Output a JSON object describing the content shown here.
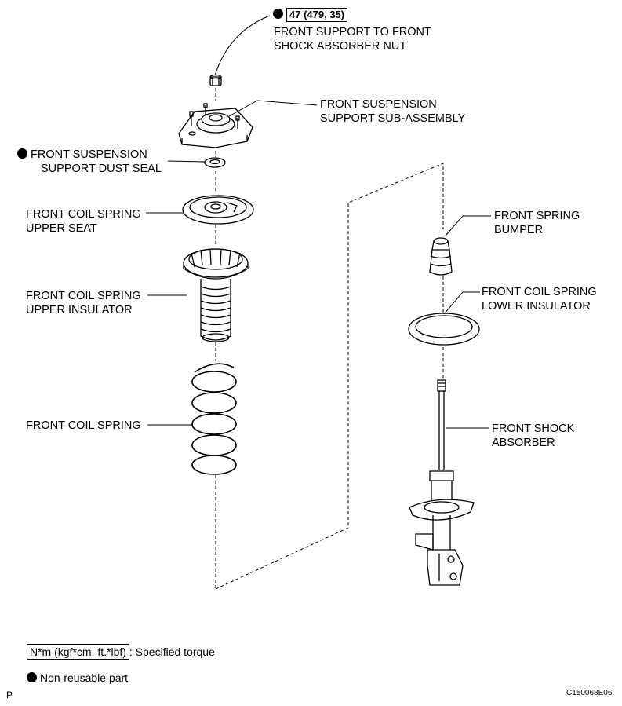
{
  "torque": {
    "value": "47 (479, 35)"
  },
  "labels": {
    "nut": [
      "FRONT SUPPORT TO FRONT",
      "SHOCK ABSORBER NUT"
    ],
    "support_sub": [
      "FRONT SUSPENSION",
      "SUPPORT SUB-ASSEMBLY"
    ],
    "dust_seal": [
      "FRONT SUSPENSION",
      "SUPPORT DUST SEAL"
    ],
    "upper_seat": [
      "FRONT COIL SPRING",
      "UPPER SEAT"
    ],
    "upper_insulator": [
      "FRONT COIL SPRING",
      "UPPER INSULATOR"
    ],
    "coil_spring": [
      "FRONT COIL SPRING"
    ],
    "bumper": [
      "FRONT SPRING",
      "BUMPER"
    ],
    "lower_insulator": [
      "FRONT COIL SPRING",
      "LOWER INSULATOR"
    ],
    "shock": [
      "FRONT SHOCK",
      "ABSORBER"
    ]
  },
  "legend": {
    "torque_unit": "N*m (kgf*cm, ft.*lbf)",
    "torque_text": ": Specified torque",
    "nonreusable_text": "Non-reusable part"
  },
  "footer": {
    "left": "P",
    "code": "C150068E06"
  }
}
